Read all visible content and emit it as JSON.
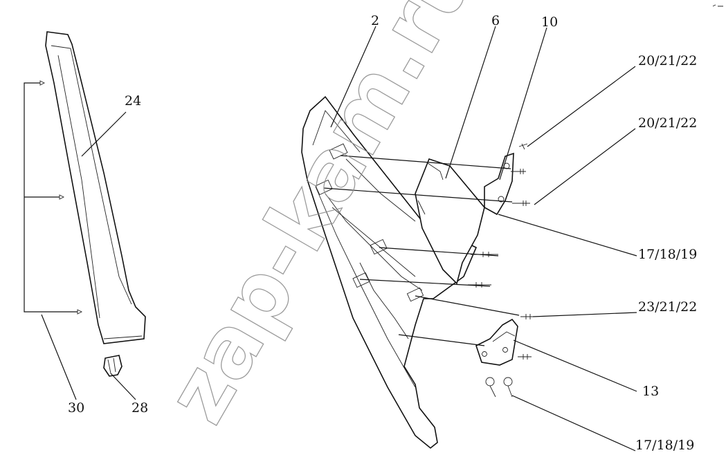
{
  "watermark": "zap-kam.ru",
  "callouts": {
    "c2": "2",
    "c6": "6",
    "c10": "10",
    "c20a": "20/21/22",
    "c20b": "20/21/22",
    "c17a": "17/18/19",
    "c23": "23/21/22",
    "c13": "13",
    "c17b": "17/18/19",
    "c24": "24",
    "c30": "30",
    "c28": "28"
  }
}
